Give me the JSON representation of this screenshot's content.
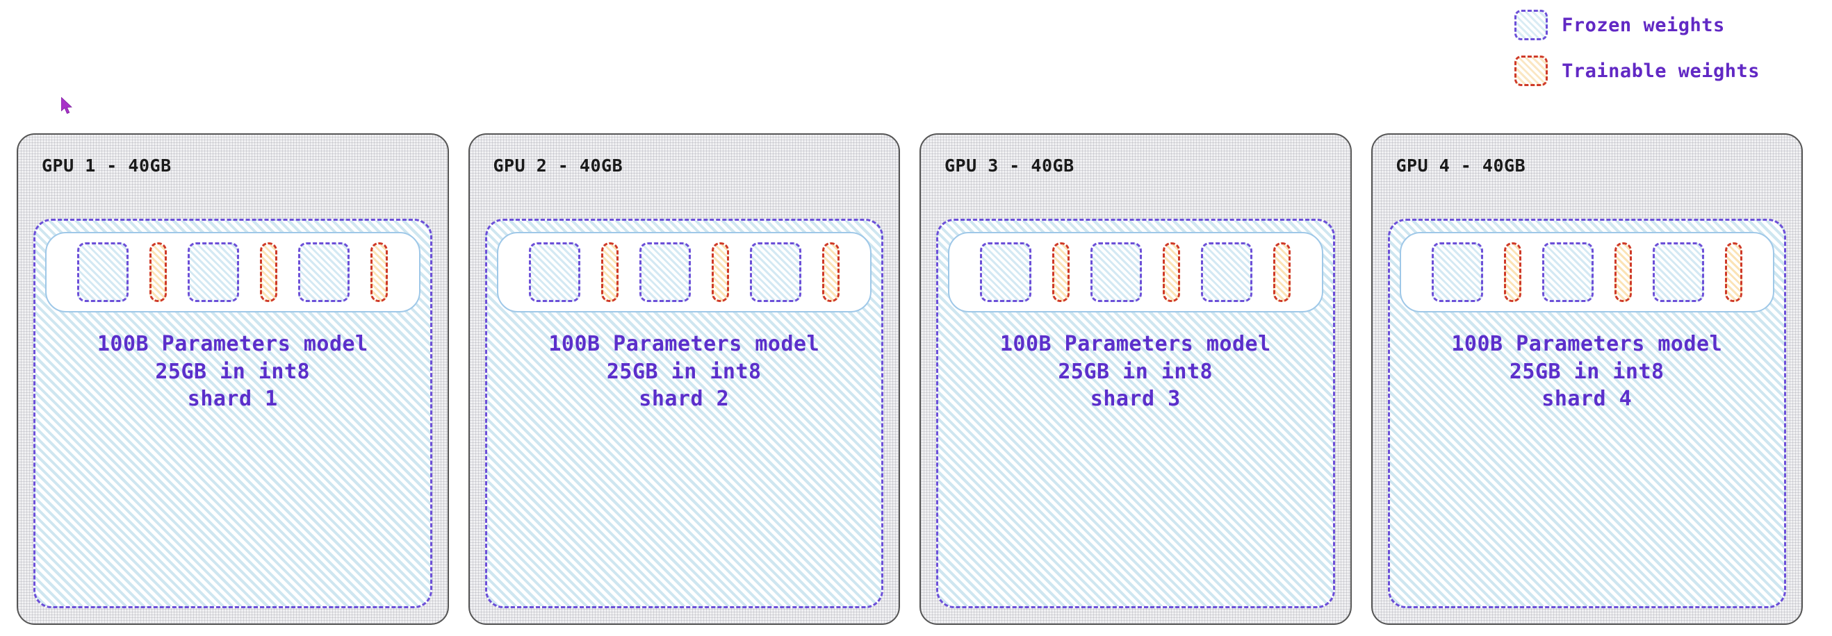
{
  "legend": {
    "items": [
      {
        "label": "Frozen weights",
        "kind": "frozen",
        "fill": "#d9ecf4",
        "border": "#6c4fd8"
      },
      {
        "label": "Trainable weights",
        "kind": "trainable",
        "fill": "#fbe7c3",
        "border": "#cf3a28"
      }
    ],
    "text_color": "#6128c4"
  },
  "colors": {
    "gpu_border": "#555555",
    "gpu_fill": "#f1f1f3",
    "shard_border": "#6c4fd8",
    "shard_fill": "#cfe6f0",
    "caption_text": "#5b2fcb",
    "gpu_title_text": "#1a1a1a",
    "cursor": "#a832c8",
    "layer_strip_border": "#9fc8e8"
  },
  "gpus": [
    {
      "title": "GPU 1 - 40GB",
      "caption": {
        "line1": "100B Parameters model",
        "line2": "25GB in int8",
        "line3": "shard 1"
      },
      "blocks": [
        "frozen",
        "trainable",
        "frozen",
        "trainable",
        "frozen",
        "trainable"
      ]
    },
    {
      "title": "GPU 2 - 40GB",
      "caption": {
        "line1": "100B Parameters model",
        "line2": "25GB in int8",
        "line3": "shard 2"
      },
      "blocks": [
        "frozen",
        "trainable",
        "frozen",
        "trainable",
        "frozen",
        "trainable"
      ]
    },
    {
      "title": "GPU 3 - 40GB",
      "caption": {
        "line1": "100B Parameters model",
        "line2": "25GB in int8",
        "line3": "shard 3"
      },
      "blocks": [
        "frozen",
        "trainable",
        "frozen",
        "trainable",
        "frozen",
        "trainable"
      ]
    },
    {
      "title": "GPU 4 - 40GB",
      "caption": {
        "line1": "100B Parameters model",
        "line2": "25GB in int8",
        "line3": "shard 4"
      },
      "blocks": [
        "frozen",
        "trainable",
        "frozen",
        "trainable",
        "frozen",
        "trainable"
      ]
    }
  ]
}
